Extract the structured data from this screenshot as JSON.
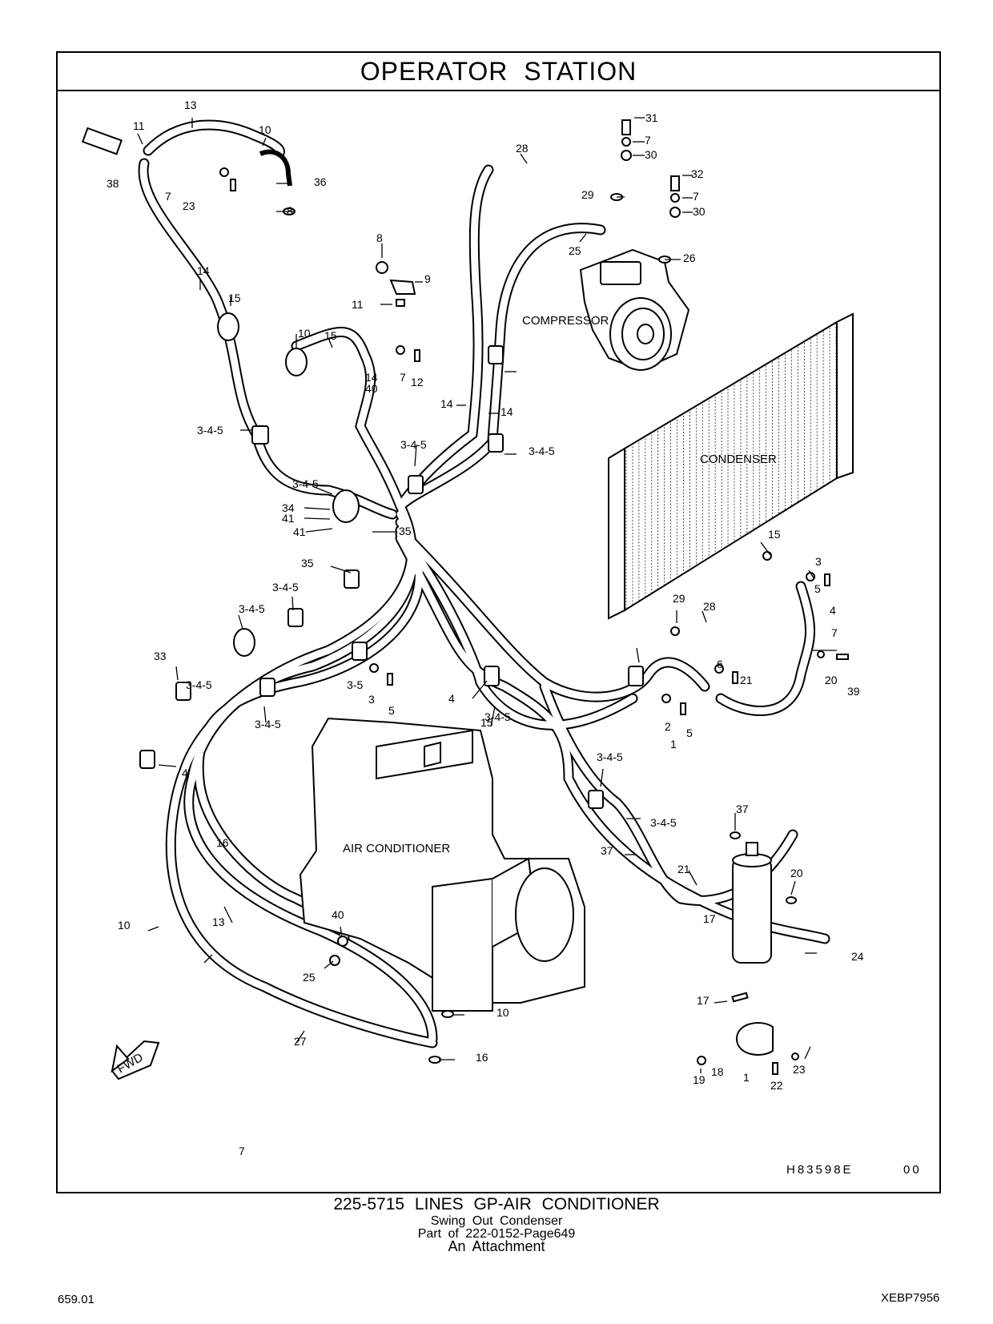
{
  "header": {
    "title": "OPERATOR STATION"
  },
  "footer": {
    "part_title": "225-5715 LINES GP-AIR CONDITIONER",
    "subtitle_1": "Swing Out Condenser",
    "subtitle_2": "Part of 222-0152-Page649",
    "subtitle_3": "An Attachment",
    "page_number": "659.01",
    "doc_id": "XEBP7956"
  },
  "diagram": {
    "illustration_id": "H83598E",
    "illustration_rev": "00",
    "component_labels": {
      "compressor": "COMPRESSOR",
      "condenser": "CONDENSER",
      "air_conditioner": "AIR CONDITIONER",
      "fwd": "FWD"
    },
    "callouts": [
      "13",
      "11",
      "10",
      "38",
      "7",
      "23",
      "36",
      "8",
      "14",
      "15",
      "8",
      "9",
      "11",
      "10",
      "15",
      "14",
      "40",
      "7",
      "12",
      "31",
      "7",
      "30",
      "28",
      "32",
      "29",
      "7",
      "30",
      "25",
      "26",
      "3-4-5",
      "14",
      "14",
      "3-4-5",
      "3-4-5",
      "3-4-5",
      "34",
      "41",
      "41",
      "35",
      "35",
      "3-4-5",
      "3-4-5",
      "33",
      "3-4-5",
      "3-5",
      "3",
      "5",
      "4",
      "3-4-5",
      "15",
      "15",
      "3",
      "5",
      "4",
      "29",
      "28",
      "7",
      "6",
      "21",
      "20",
      "39",
      "1",
      "2",
      "5",
      "4",
      "3-4-5",
      "3-4-5",
      "3-4-5",
      "37",
      "37",
      "21",
      "20",
      "17",
      "24",
      "16",
      "13",
      "40",
      "10",
      "25",
      "10",
      "27",
      "16",
      "17",
      "19",
      "18",
      "1",
      "22",
      "23",
      "7"
    ]
  }
}
